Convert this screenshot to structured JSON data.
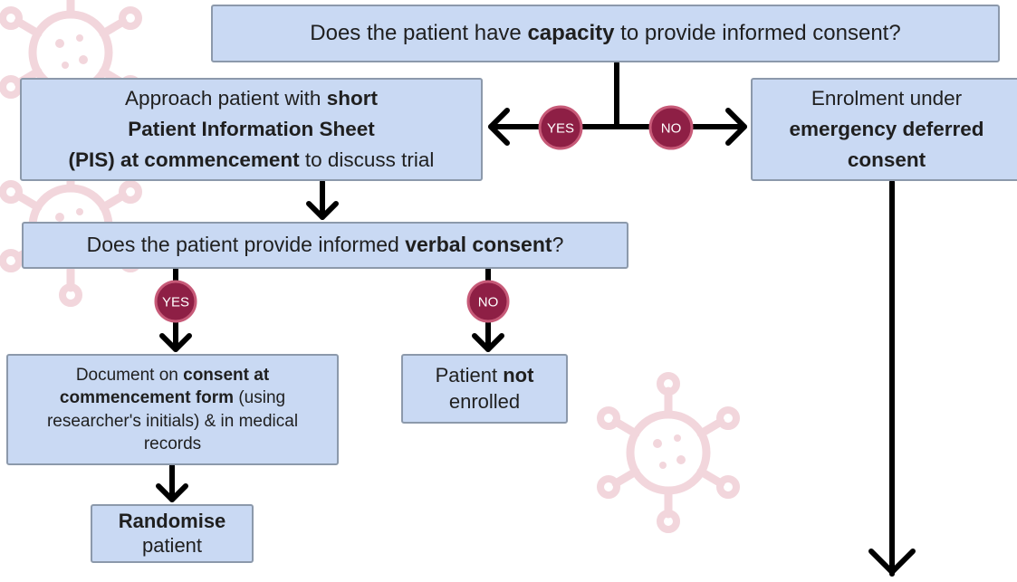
{
  "nodes": {
    "capacity_question": {
      "pre": "Does the patient have ",
      "bold": "capacity",
      "post": " to provide informed consent?"
    },
    "approach": {
      "line1_pre": "Approach patient with ",
      "line1_bold": "short",
      "line2_bold": "Patient Information Sheet",
      "line3_bold": "(PIS) at commencement",
      "line3_post": " to discuss trial"
    },
    "emergency": {
      "line1": "Enrolment under",
      "line2_bold": "emergency deferred",
      "line3_bold": "consent"
    },
    "verbal_question": {
      "pre": "Does the patient provide informed ",
      "bold": "verbal consent",
      "post": "?"
    },
    "document": {
      "line1_pre": "Document on ",
      "line1_bold": "consent at",
      "line2_bold": "commencement form",
      "line2_post": " (using",
      "line3": "researcher's initials) & in medical",
      "line4": "records"
    },
    "not_enrolled": {
      "line1_pre": "Patient ",
      "line1_bold": "not",
      "line2": "enrolled"
    },
    "randomise": {
      "line1_bold": "Randomise",
      "line2": "patient"
    }
  },
  "badges": {
    "yes": "YES",
    "no": "NO"
  },
  "colors": {
    "box_fill": "#c9d9f3",
    "box_border": "#8c99ab",
    "badge_fill": "#8e1f45",
    "badge_border": "#c75a78",
    "arrow": "#000000",
    "virus_watermark": "#f2d6dc"
  },
  "icons": [
    "virus-watermark-icon"
  ]
}
